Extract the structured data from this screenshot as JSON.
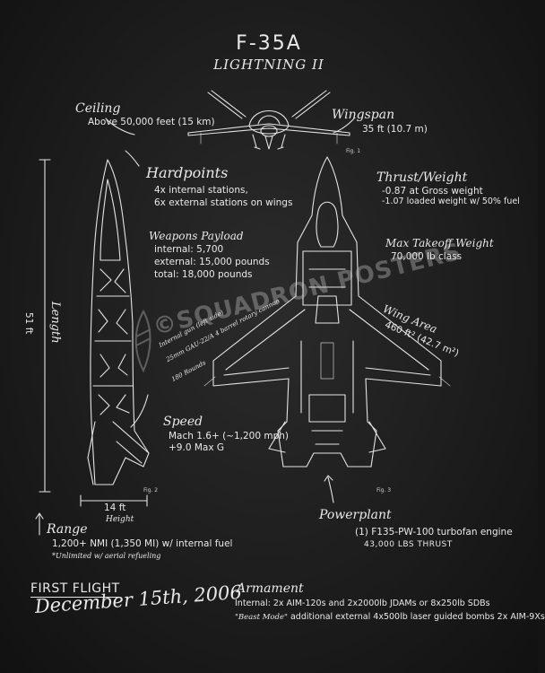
{
  "header": {
    "title": "F-35A",
    "subtitle": "LIGHTNING II"
  },
  "ceiling": {
    "label": "Ceiling",
    "value": "Above 50,000 feet (15 km)"
  },
  "wingspan": {
    "label": "Wingspan",
    "value": "35 ft  (10.7 m)"
  },
  "hardpoints": {
    "label": "Hardpoints",
    "line1": "4x internal stations,",
    "line2": "6x  external stations on wings"
  },
  "thrust_weight": {
    "label": "Thrust/Weight",
    "line1": "-0.87 at Gross weight",
    "line2": "-1.07 loaded weight w/ 50% fuel"
  },
  "weapons_payload": {
    "label": "Weapons Payload",
    "internal": "internal: 5,700",
    "external": "external: 15,000 pounds",
    "total": "total: 18,000 pounds"
  },
  "max_takeoff": {
    "label": "Max Takeoff Weight",
    "value": "70,000 lb class"
  },
  "length": {
    "label": "Length",
    "value": "51 ft"
  },
  "wing_area": {
    "label": "Wing Area",
    "line1": "460 ft²  (42.7 m²)"
  },
  "gun": {
    "line1": "Internal gun (left side)",
    "line2": "25mm GAU-22/A 4 barrel rotary cannon",
    "line3": "180 Rounds"
  },
  "watermark": {
    "text": "©SQUADRON POSTERS"
  },
  "speed": {
    "label": "Speed",
    "line1": "Mach 1.6+ (~1,200 mph)",
    "line2": "+9.0 Max G"
  },
  "height": {
    "value": "14 ft",
    "label": "Height"
  },
  "range": {
    "label": "Range",
    "line1": "1,200+ NMI (1,350 MI) w/ internal fuel",
    "line2": "*Unlimited w/ aerial refueling"
  },
  "powerplant": {
    "label": "Powerplant",
    "line1": "(1) F135-PW-100 turbofan engine",
    "line2": "43,000 LBS THRUST"
  },
  "first_flight": {
    "label": "FIRST FLIGHT",
    "date": "December 15th, 2006"
  },
  "armament": {
    "label": "Armament",
    "line1": "Internal: 2x AIM-120s and 2x2000lb JDAMs or 8x250lb SDBs",
    "line2_prefix": "\"Beast Mode\"",
    "line2": "additional external 4x500lb laser guided bombs 2x AIM-9Xs"
  },
  "figure_labels": {
    "fig1": "Fig. 1",
    "fig2": "Fig. 2",
    "fig3": "Fig. 3"
  }
}
